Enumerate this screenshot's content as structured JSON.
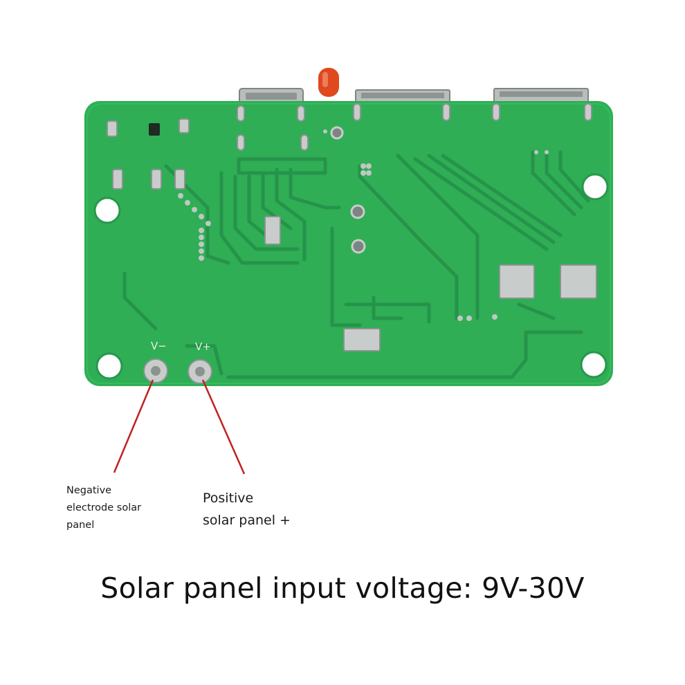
{
  "board": {
    "pad_labels": {
      "negative": "V−",
      "positive": "V+"
    },
    "colors": {
      "pcb": "#2fae55",
      "trace": "#26934a",
      "solder": "#c8cdcc",
      "led": "#e0481d",
      "lead_line": "#c0201e"
    }
  },
  "labels": {
    "negative": "Negative\nelectrode solar\npanel",
    "positive": "Positive\nsolar panel +"
  },
  "caption": "Solar panel input voltage: 9V-30V"
}
